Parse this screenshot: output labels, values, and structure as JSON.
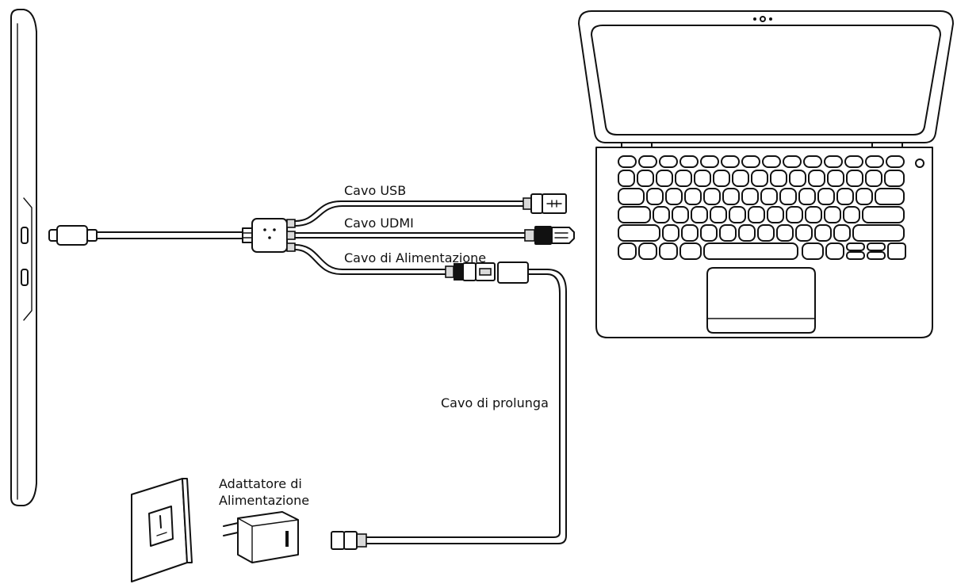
{
  "labels": {
    "usb_cable": "Cavo USB",
    "udmi_cable": "Cavo UDMI",
    "power_cable": "Cavo di Alimentazione",
    "extension_cable": "Cavo di prolunga",
    "power_adapter_line1": "Adattatore di",
    "power_adapter_line2": "Alimentazione"
  },
  "colors": {
    "stroke": "#111111",
    "background": "#ffffff",
    "cable_fill": "#d9d9d9"
  }
}
